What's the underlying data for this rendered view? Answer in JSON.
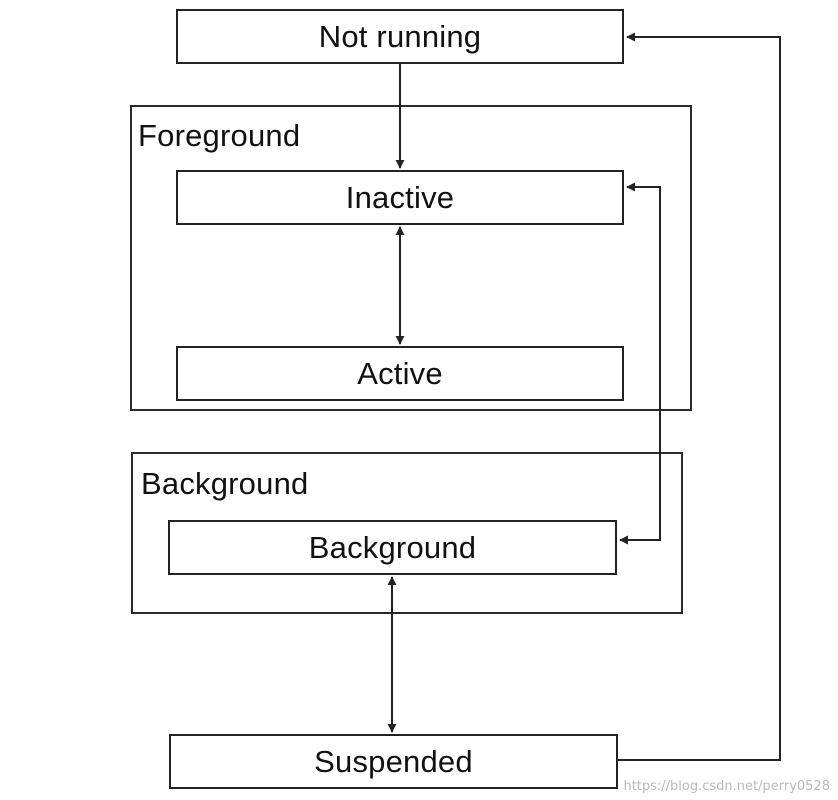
{
  "states": {
    "not_running": "Not running",
    "inactive": "Inactive",
    "active": "Active",
    "background": "Background",
    "suspended": "Suspended"
  },
  "groups": {
    "foreground": "Foreground",
    "background": "Background"
  },
  "watermark": "https://blog.csdn.net/perry0528",
  "colors": {
    "line": "#222222",
    "text": "#111111",
    "background": "#ffffff"
  }
}
